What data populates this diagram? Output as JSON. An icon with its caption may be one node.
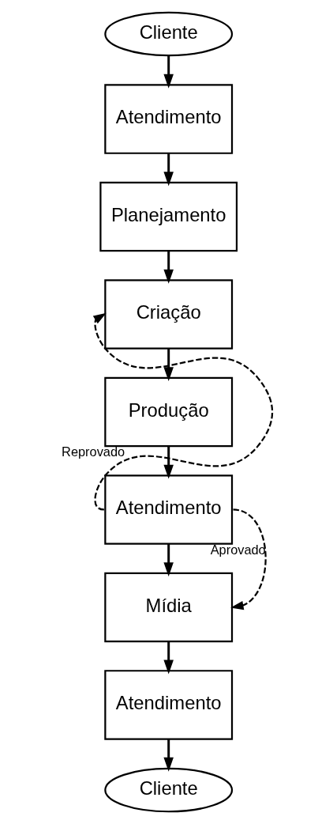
{
  "diagram": {
    "nodes": [
      {
        "text": [
          "Cliente"
        ]
      },
      {
        "text": [
          "Atendimento"
        ]
      },
      {
        "text": [
          "Planejamento"
        ]
      },
      {
        "text": [
          "Criação"
        ]
      },
      {
        "text": [
          "Produção"
        ]
      },
      {
        "text": [
          "Atendimento"
        ]
      },
      {
        "text": [
          "Mídia"
        ]
      },
      {
        "text": [
          "Atendimento"
        ]
      },
      {
        "text": [
          "Cliente"
        ]
      }
    ],
    "edges": [
      {
        "from": 0,
        "to": 1,
        "arrow": "to"
      },
      {
        "from": 1,
        "to": 2,
        "arrow": "to"
      },
      {
        "from": 2,
        "to": 3,
        "arrow": "to"
      },
      {
        "from": 3,
        "to": 4,
        "arrow": "to"
      },
      {
        "from": 4,
        "to": 5,
        "arrow": "to"
      },
      {
        "from": 5,
        "to": 3,
        "arrow": "to",
        "style": "dashed",
        "label": "Reprovado"
      },
      {
        "from": 5,
        "to": 6,
        "arrow": "to"
      },
      {
        "from": 5,
        "to": 6,
        "arrow": "to",
        "style": "dashed",
        "label": "Aprovado"
      },
      {
        "from": 6,
        "to": 7,
        "arrow": "to"
      },
      {
        "from": 7,
        "to": 8,
        "arrow": "to"
      }
    ]
  }
}
